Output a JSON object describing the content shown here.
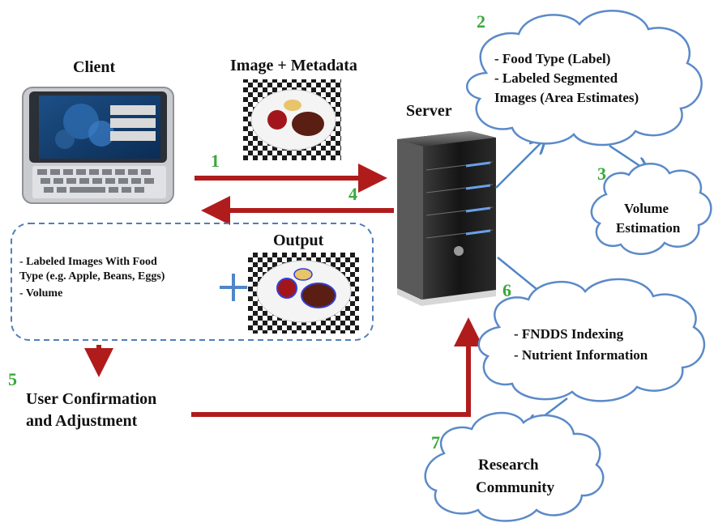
{
  "client": {
    "title": "Client"
  },
  "message": {
    "title": "Image + Metadata"
  },
  "server": {
    "title": "Server"
  },
  "output": {
    "title": "Output",
    "lines": [
      "- Labeled Images With Food",
      "Type  (e.g. Apple, Beans, Eggs)",
      "- Volume"
    ]
  },
  "confirm": {
    "lines": [
      "User Confirmation",
      "and Adjustment"
    ]
  },
  "clouds": {
    "labeling": {
      "lines": [
        "- Food Type (Label)",
        "- Labeled Segmented",
        "Images (Area Estimates)"
      ]
    },
    "volume": {
      "lines": [
        "Volume",
        "Estimation"
      ]
    },
    "nutrients": {
      "lines": [
        "- FNDDS Indexing",
        "- Nutrient Information"
      ]
    },
    "research": {
      "lines": [
        "Research",
        "Community"
      ]
    }
  },
  "steps": {
    "s1": "1",
    "s2": "2",
    "s3": "3",
    "s4": "4",
    "s5": "5",
    "s6": "6",
    "s7": "7"
  },
  "colors": {
    "arrow_red": "#b01c1c",
    "arrow_blue": "#4f86c6",
    "step_green": "#3aa83a",
    "cloud_stroke": "#5b8ac8"
  }
}
